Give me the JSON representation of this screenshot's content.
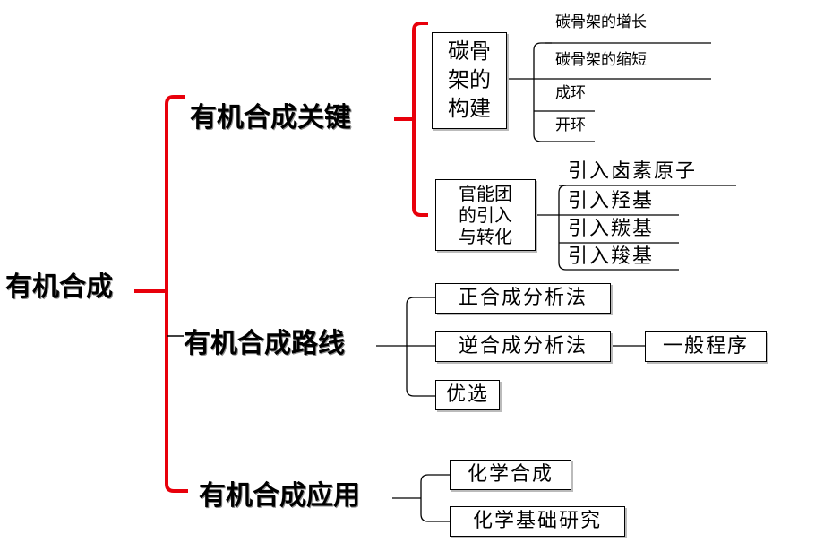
{
  "root": "有机合成",
  "branches": [
    {
      "label": "有机合成关键",
      "groups": [
        {
          "label_lines": [
            "碳骨",
            "架的",
            "构建"
          ],
          "items": [
            "碳骨架的增长",
            "碳骨架的缩短",
            "成环",
            "开环"
          ]
        },
        {
          "label_lines": [
            "官能团",
            "的引入",
            "与转化"
          ],
          "items": [
            "引入卤素原子",
            "引入羟基",
            "引入羰基",
            "引入羧基"
          ]
        }
      ]
    },
    {
      "label": "有机合成路线",
      "items": [
        "正合成分析法",
        "逆合成分析法",
        "优选"
      ],
      "sub_item": "一般程序"
    },
    {
      "label": "有机合成应用",
      "items": [
        "化学合成",
        "化学基础研究"
      ]
    }
  ],
  "colors": {
    "bracket": "#e8000b",
    "line": "#000000"
  }
}
